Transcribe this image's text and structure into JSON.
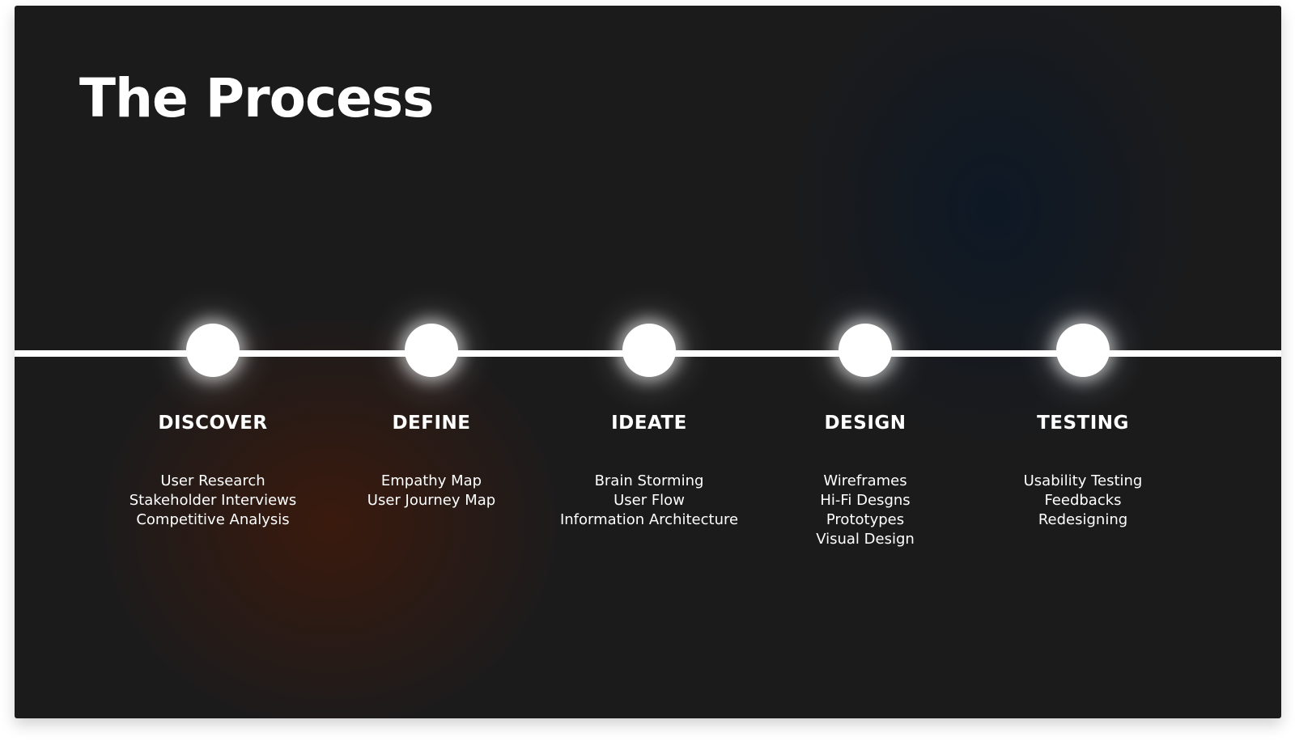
{
  "title": "The Process",
  "stages": [
    {
      "label": "DISCOVER",
      "items": [
        "User Research",
        "Stakeholder Interviews",
        "Competitive Analysis"
      ]
    },
    {
      "label": "DEFINE",
      "items": [
        "Empathy Map",
        "User Journey Map"
      ]
    },
    {
      "label": "IDEATE",
      "items": [
        "Brain Storming",
        "User Flow",
        "Information Architecture"
      ]
    },
    {
      "label": "DESIGN",
      "items": [
        "Wireframes",
        "Hi-Fi Desgns",
        "Prototypes",
        "Visual Design"
      ]
    },
    {
      "label": "TESTING",
      "items": [
        "Usability Testing",
        "Feedbacks",
        "Redesigning"
      ]
    }
  ],
  "colors": {
    "background": "#1b1b1c",
    "warm_glow": "#3c1a0c",
    "cool_glow": "#0c1826",
    "foreground": "#ffffff"
  }
}
